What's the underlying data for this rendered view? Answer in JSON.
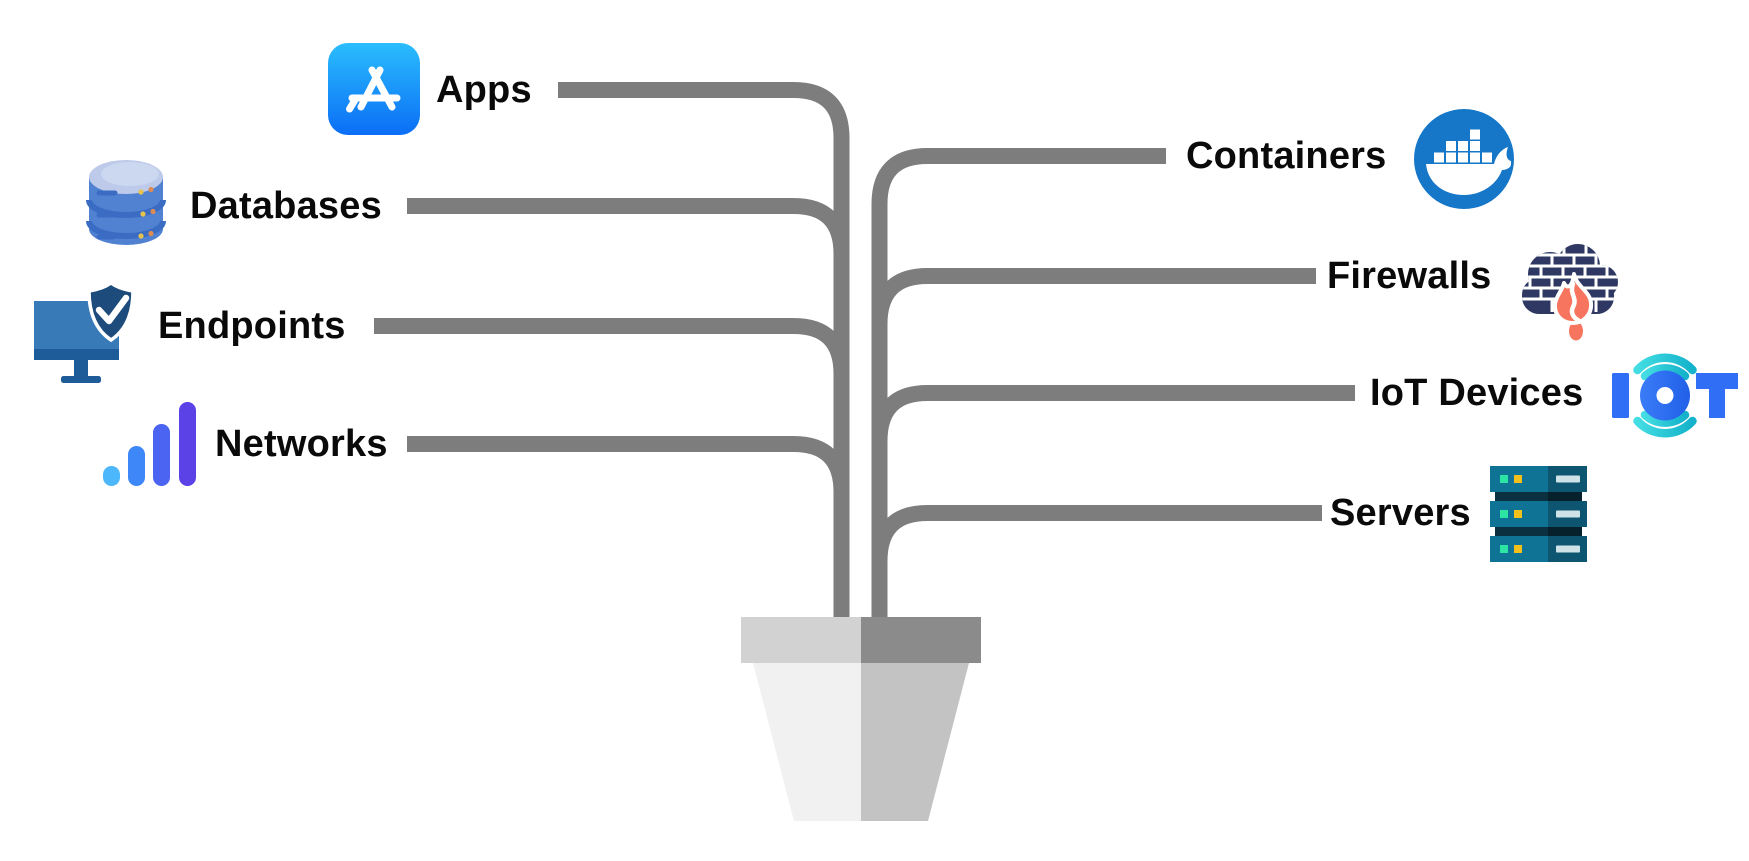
{
  "tree": {
    "left_nodes": [
      {
        "label": "Apps",
        "icon": "app-store-icon"
      },
      {
        "label": "Databases",
        "icon": "database-icon"
      },
      {
        "label": "Endpoints",
        "icon": "endpoint-security-icon"
      },
      {
        "label": "Networks",
        "icon": "network-signal-icon"
      }
    ],
    "right_nodes": [
      {
        "label": "Containers",
        "icon": "docker-icon"
      },
      {
        "label": "Firewalls",
        "icon": "firewall-icon"
      },
      {
        "label": "IoT Devices",
        "icon": "iot-icon"
      },
      {
        "label": "Servers",
        "icon": "server-rack-icon"
      }
    ]
  },
  "colors": {
    "branch_gray": "#7d7d7d",
    "label_text": "#0a0a0a",
    "pot_rim_left": "#d2d2d2",
    "pot_rim_right": "#8b8b8b",
    "pot_body_left": "#f1f1f1",
    "pot_body_right": "#c3c3c3",
    "app_store_blue_top": "#2abdfd",
    "app_store_blue_bottom": "#0b6ef6",
    "database_blue": "#5182d2",
    "endpoint_screen_blue": "#3879b7",
    "endpoint_shield_navy": "#1d4b7c",
    "network_bar_colors": [
      "#4db7fb",
      "#3d87f8",
      "#4b64f2",
      "#5b42e6"
    ],
    "docker_blue": "#1677c9",
    "firewall_navy": "#2e3862",
    "firewall_flame": "#f7745f",
    "iot_blue": "#2f6ef5",
    "iot_teal": "#2fd0d8",
    "server_teal_light": "#0e7394",
    "server_teal_dark": "#0d5571"
  }
}
